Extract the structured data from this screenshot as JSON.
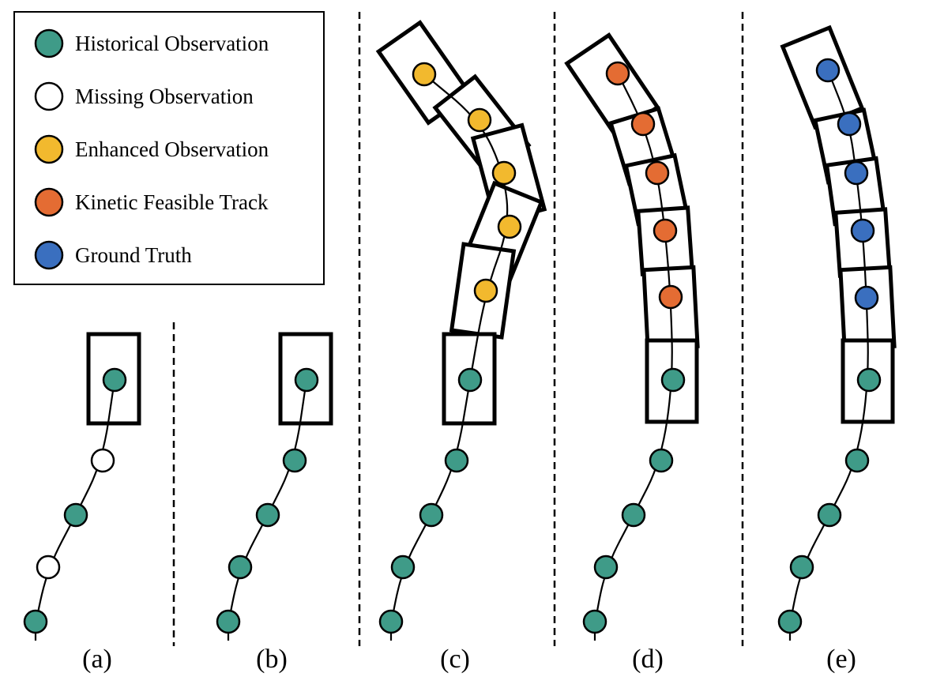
{
  "colors": {
    "historical": "#3f9b88",
    "missing": "#ffffff",
    "enhanced": "#f2b92e",
    "kinetic": "#e46c33",
    "ground_truth": "#3a6fbf"
  },
  "legend": [
    {
      "key": "historical",
      "label": "Historical Observation"
    },
    {
      "key": "missing",
      "label": "Missing Observation"
    },
    {
      "key": "enhanced",
      "label": "Enhanced Observation"
    },
    {
      "key": "kinetic",
      "label": "Kinetic Feasible Track"
    },
    {
      "key": "ground_truth",
      "label": "Ground Truth"
    }
  ],
  "panels": [
    {
      "label": "(a)",
      "history": [
        "historical",
        "missing",
        "historical",
        "missing",
        "historical"
      ],
      "future_type": null,
      "future_count": 0
    },
    {
      "label": "(b)",
      "history": [
        "historical",
        "historical",
        "historical",
        "historical",
        "historical"
      ],
      "future_type": null,
      "future_count": 0
    },
    {
      "label": "(c)",
      "history": [
        "historical",
        "historical",
        "historical",
        "historical",
        "historical"
      ],
      "future_type": "enhanced",
      "future_count": 5
    },
    {
      "label": "(d)",
      "history": [
        "historical",
        "historical",
        "historical",
        "historical",
        "historical"
      ],
      "future_type": "kinetic",
      "future_count": 5
    },
    {
      "label": "(e)",
      "history": [
        "historical",
        "historical",
        "historical",
        "historical",
        "historical"
      ],
      "future_type": "ground_truth",
      "future_count": 5
    }
  ]
}
